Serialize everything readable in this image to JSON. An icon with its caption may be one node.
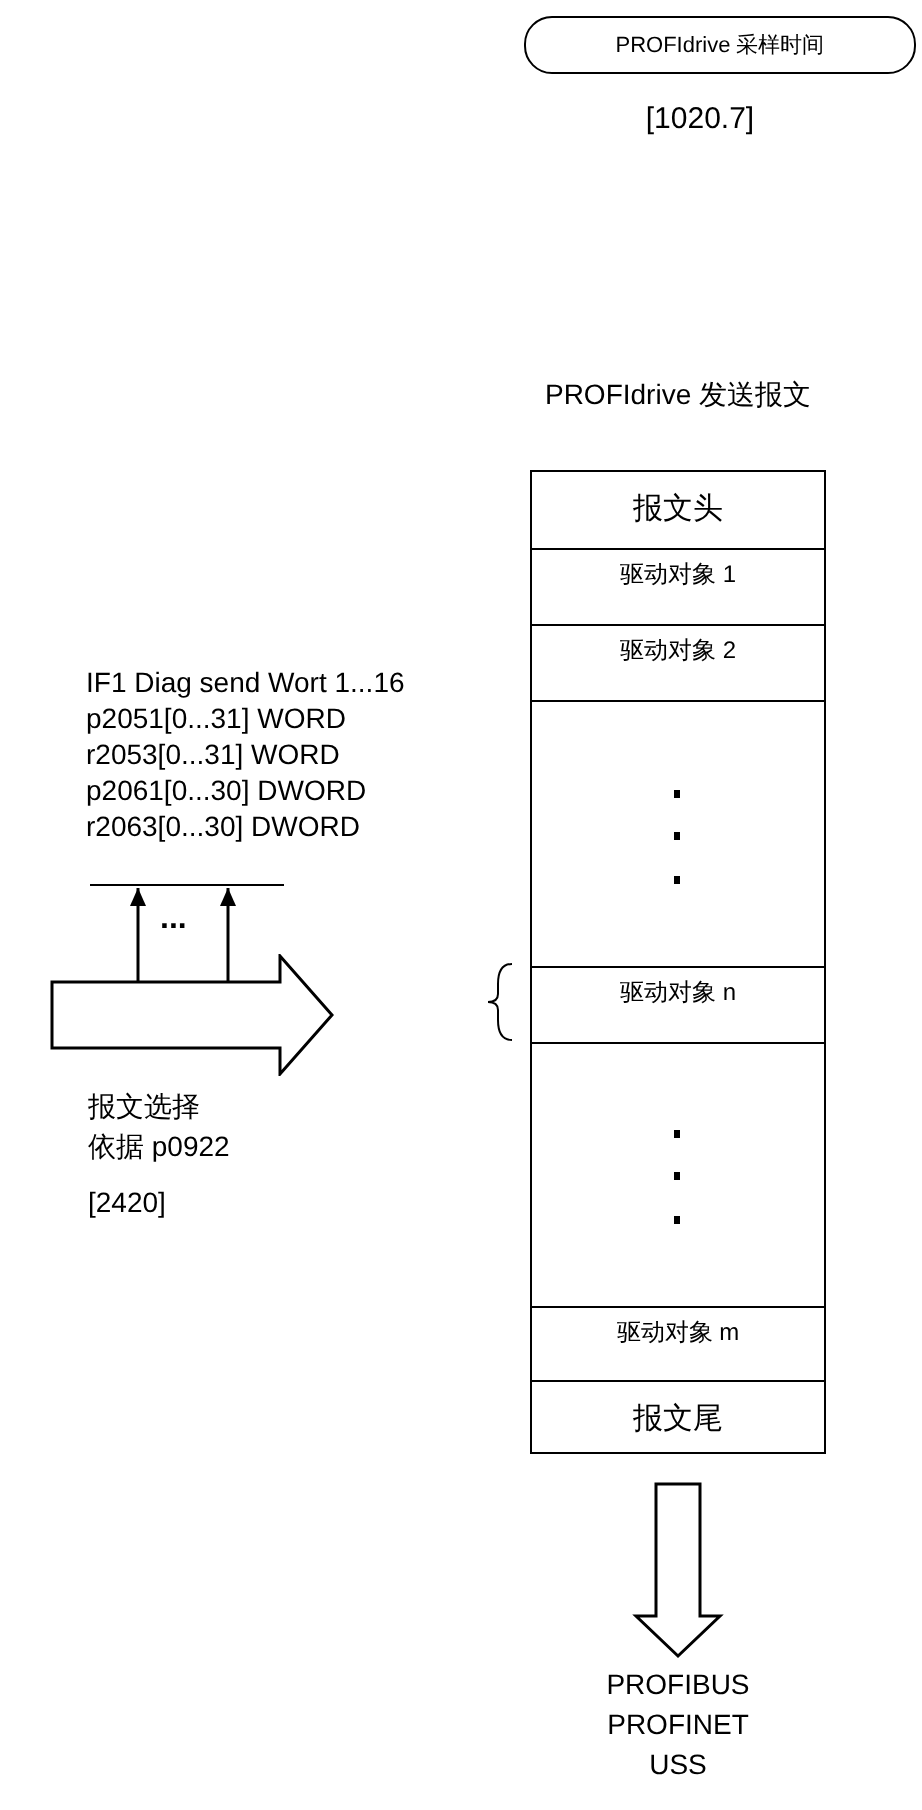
{
  "diagram": {
    "nodes": [
      {
        "text": [
          "PROFIdrive 采样时间"
        ],
        "beside": [
          "[1020.7]"
        ]
      },
      {
        "text": [
          "PROFIdrive 发送报文"
        ]
      },
      {
        "text": [
          "报文头"
        ],
        "in": 1
      },
      {
        "text": [
          "驱动对象 1"
        ],
        "in": 1
      },
      {
        "text": [
          "驱动对象 2"
        ],
        "in": 1
      },
      {
        "text": [],
        "shape": "box",
        "in": 1
      },
      {
        "text": [
          "驱动对象 n"
        ],
        "in": 1
      },
      {
        "text": [],
        "shape": "box",
        "in": 1
      },
      {
        "text": [
          "驱动对象 m"
        ],
        "in": 1
      },
      {
        "text": [
          "报文尾"
        ],
        "in": 1
      },
      {
        "text": [
          "IF1 Diag send Wort 1...16",
          "p2051[0...31] WORD",
          "r2053[0...31] WORD",
          "p2061[0...30] DWORD",
          "r2063[0...30] DWORD"
        ]
      },
      {
        "text": [],
        "shape": "arrow",
        "beside": [
          "报文选择",
          "依据 p0922",
          "[2420]"
        ]
      },
      {
        "text": [
          "PROFIBUS PROFINET USS"
        ]
      }
    ],
    "edges": [
      {
        "from": 11,
        "to": 10,
        "arrow": "to"
      },
      {
        "from": 11,
        "to": 10,
        "arrow": "to"
      },
      {
        "from": 1,
        "to": 12,
        "arrow": "to",
        "style": "thick"
      }
    ],
    "labels": [
      "..."
    ]
  }
}
